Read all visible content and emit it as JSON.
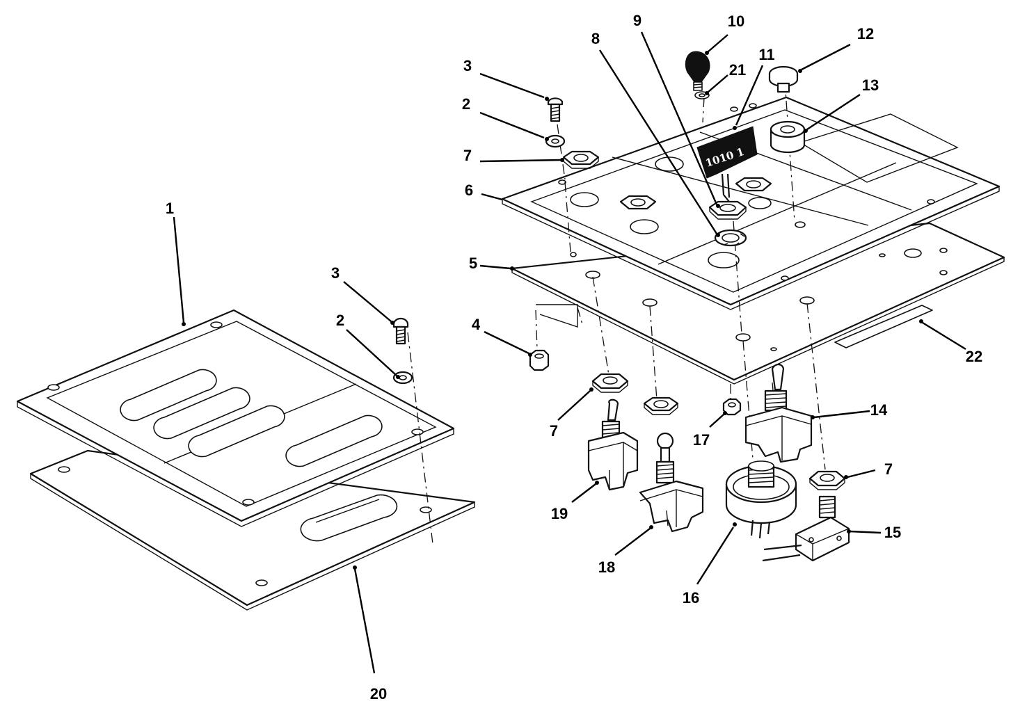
{
  "callouts": [
    {
      "id": "c1",
      "label": "1"
    },
    {
      "id": "c2a",
      "label": "2"
    },
    {
      "id": "c3a",
      "label": "3"
    },
    {
      "id": "c20",
      "label": "20"
    },
    {
      "id": "c3b",
      "label": "3"
    },
    {
      "id": "c2b",
      "label": "2"
    },
    {
      "id": "c7a",
      "label": "7"
    },
    {
      "id": "c6",
      "label": "6"
    },
    {
      "id": "c5",
      "label": "5"
    },
    {
      "id": "c4",
      "label": "4"
    },
    {
      "id": "c8",
      "label": "8"
    },
    {
      "id": "c9",
      "label": "9"
    },
    {
      "id": "c10",
      "label": "10"
    },
    {
      "id": "c21",
      "label": "21"
    },
    {
      "id": "c11",
      "label": "11"
    },
    {
      "id": "c12",
      "label": "12"
    },
    {
      "id": "c13",
      "label": "13"
    },
    {
      "id": "c22",
      "label": "22"
    },
    {
      "id": "c7b",
      "label": "7"
    },
    {
      "id": "c17",
      "label": "17"
    },
    {
      "id": "c14",
      "label": "14"
    },
    {
      "id": "c7c",
      "label": "7"
    },
    {
      "id": "c15",
      "label": "15"
    },
    {
      "id": "c16",
      "label": "16"
    },
    {
      "id": "c18",
      "label": "18"
    },
    {
      "id": "c19",
      "label": "19"
    }
  ],
  "key_tag_text": "1010 1"
}
